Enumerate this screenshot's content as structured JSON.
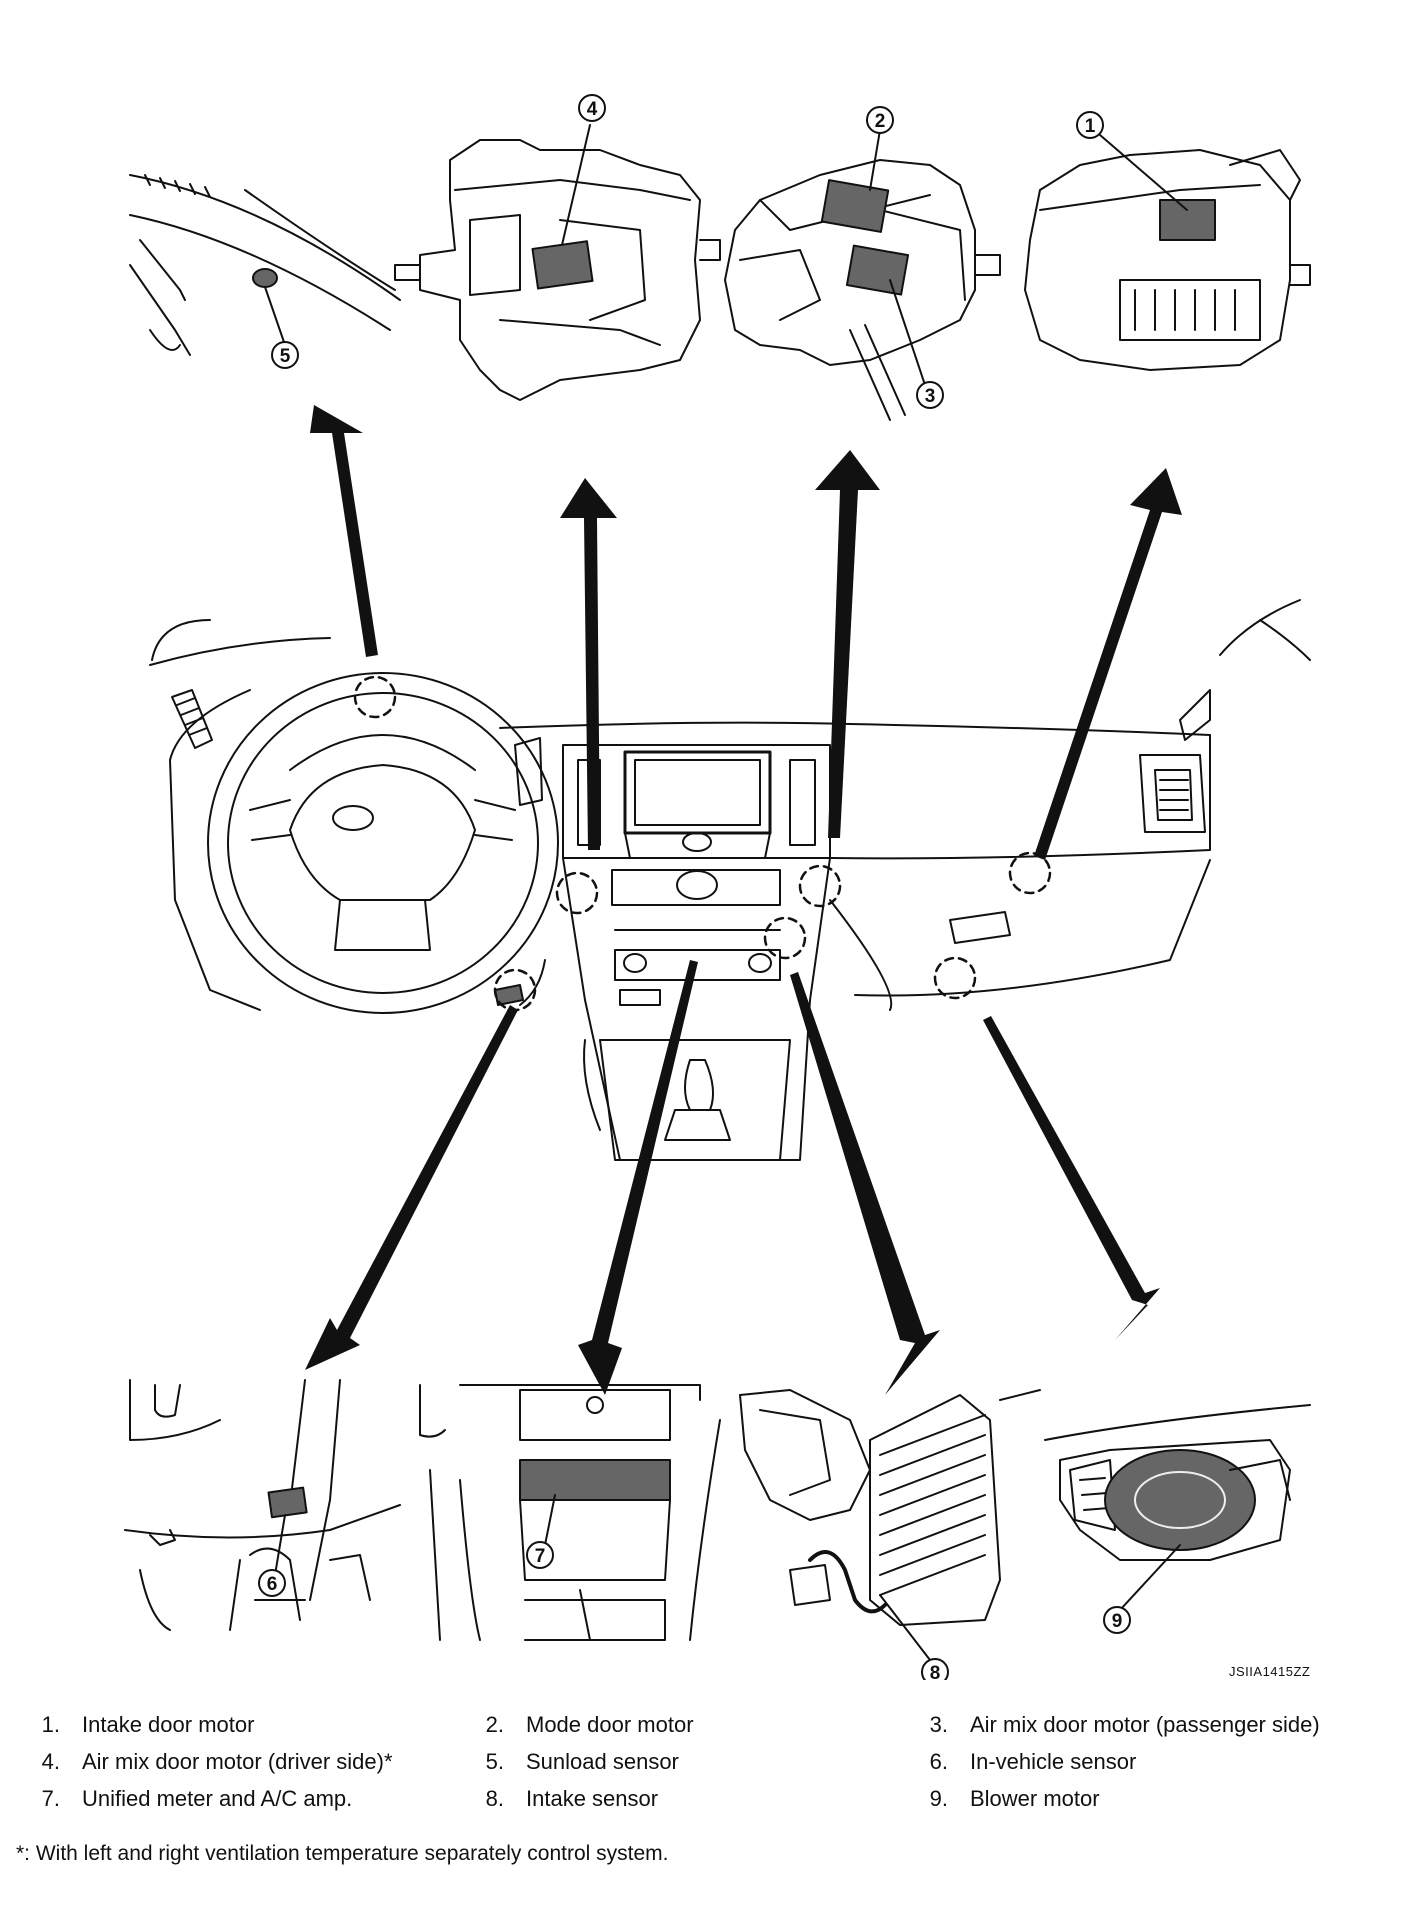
{
  "figure": {
    "callouts": [
      "1",
      "2",
      "3",
      "4",
      "5",
      "6",
      "7",
      "8",
      "9"
    ],
    "drawing_code": "JSIIA1415ZZ"
  },
  "legend": {
    "items": [
      {
        "num": "1.",
        "label": "Intake door motor"
      },
      {
        "num": "2.",
        "label": "Mode door motor"
      },
      {
        "num": "3.",
        "label": "Air mix door motor (passenger side)"
      },
      {
        "num": "4.",
        "label": "Air mix door motor (driver side)*"
      },
      {
        "num": "5.",
        "label": "Sunload sensor"
      },
      {
        "num": "6.",
        "label": "In-vehicle sensor"
      },
      {
        "num": "7.",
        "label": "Unified meter and A/C amp."
      },
      {
        "num": "8.",
        "label": "Intake sensor"
      },
      {
        "num": "9.",
        "label": "Blower motor"
      }
    ],
    "footnote": "*: With left and right ventilation temperature separately control system."
  }
}
